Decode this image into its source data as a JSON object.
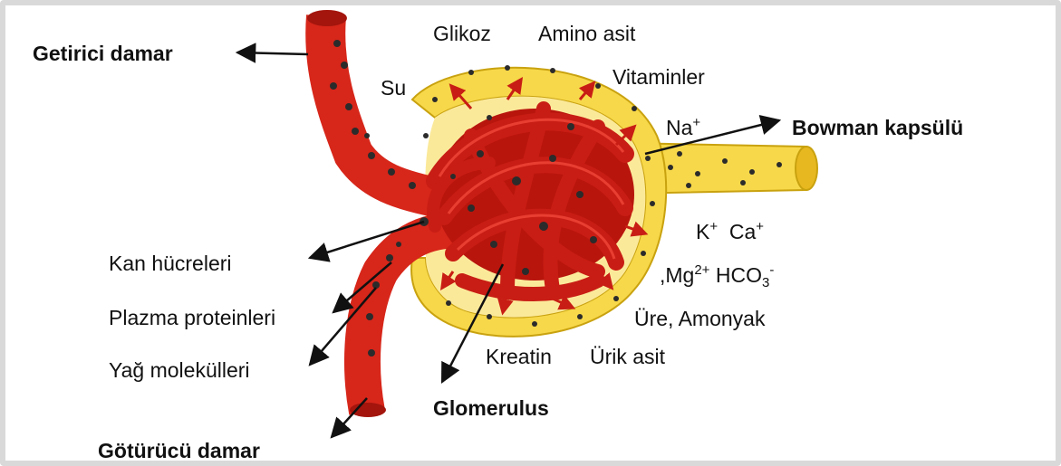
{
  "labels": {
    "afferent": "Getirici damar",
    "efferent": "Götürücü damar",
    "bowman": "Bowman kapsülü",
    "glomerulus": "Glomerulus",
    "blood_cells": "Kan hücreleri",
    "plasma_proteins": "Plazma proteinleri",
    "fat_molecules": "Yağ molekülleri",
    "water": "Su",
    "glucose": "Glikoz",
    "amino_acid": "Amino asit",
    "vitamins": "Vitaminler",
    "na": "Na",
    "na_sup": "+",
    "k": "K",
    "k_sup": "+",
    "ca": "Ca",
    "ca_sup": "+",
    "mg_prefix": ",Mg",
    "mg_sup": "2+",
    "hco": "HCO",
    "hco_sub": "3",
    "hco_sup": "-",
    "urea_ammonia": "Üre, Amonyak",
    "creatine": "Kreatin",
    "uric_acid": "Ürik asit"
  },
  "colors": {
    "vessel": "#d7261a",
    "vessel_dark": "#a3150d",
    "capsule": "#f7d84a",
    "capsule_edge": "#c9a20f",
    "particle": "#2b2b2b",
    "arrow": "#111111"
  }
}
